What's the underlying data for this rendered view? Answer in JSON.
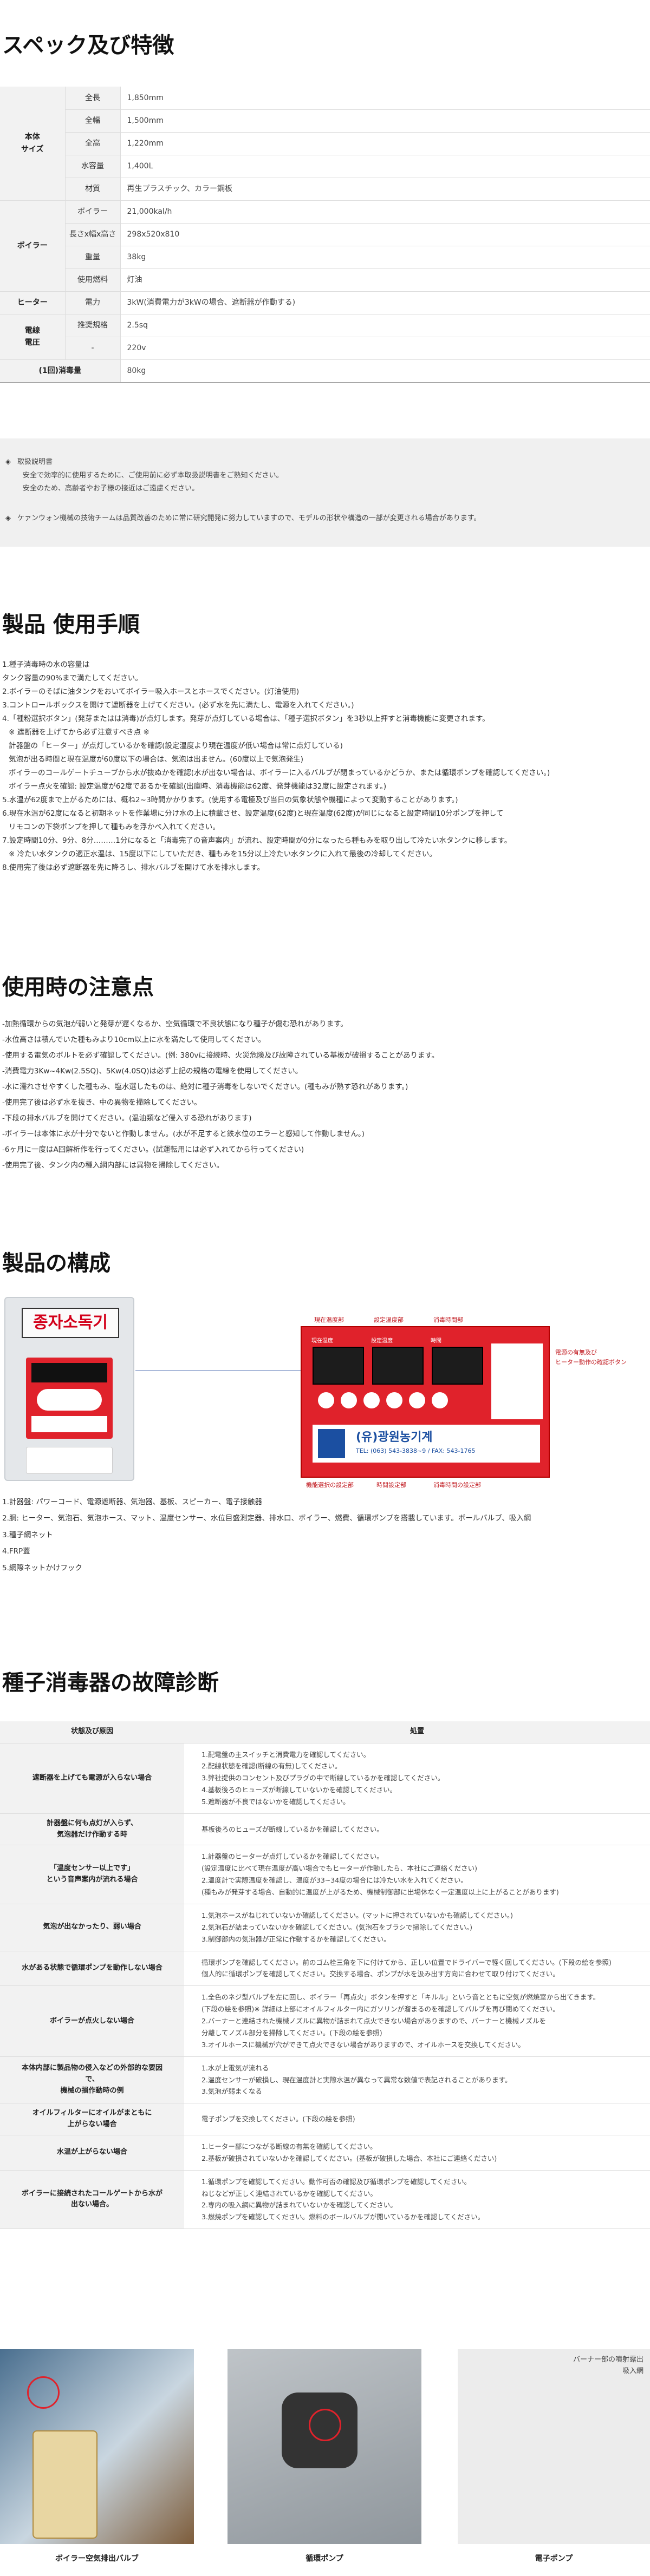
{
  "spec_section": {
    "title": "スペック及び特徴",
    "rows": [
      {
        "group": "本体\nサイズ",
        "key": "全長",
        "value": "1,850mm"
      },
      {
        "group": "",
        "key": "全幅",
        "value": "1,500mm"
      },
      {
        "group": "",
        "key": "全高",
        "value": "1,220mm"
      },
      {
        "group": "",
        "key": "水容量",
        "value": "1,400L"
      },
      {
        "group": "",
        "key": "材質",
        "value": "再生プラスチック、カラー鋼板"
      },
      {
        "group": "ボイラー",
        "key": "ボイラー",
        "value": "21,000kal/h"
      },
      {
        "group": "",
        "key": "長さx幅x高さ",
        "value": "298x520x810"
      },
      {
        "group": "",
        "key": "重量",
        "value": "38kg"
      },
      {
        "group": "",
        "key": "使用燃料",
        "value": "灯油"
      },
      {
        "group": "ヒーター",
        "key": "電力",
        "value": "3kW(消費電力が3kWの場合、遮断器が作動する)"
      },
      {
        "group": "電線\n電圧",
        "key": "推奨規格",
        "value": "2.5sq"
      },
      {
        "group": "",
        "key": "-",
        "value": "220v"
      },
      {
        "group": "(1回)消毒量",
        "key": "",
        "value": "80kg"
      }
    ],
    "notices": [
      {
        "mark": "◈",
        "lines": [
          "取扱説明書",
          "安全で効率的に使用するために、ご使用前に必ず本取扱説明書をご熟知ください。",
          "安全のため、高齢者やお子様の接近はご遠慮ください。"
        ]
      },
      {
        "mark": "◈",
        "lines": [
          "ケァンウォン機械の技術チームは品質改善のために常に研究開発に努力していますので、モデルの形状や構造の一部が変更される場合があります。"
        ]
      }
    ]
  },
  "usage_section": {
    "title": "製品 使用手順",
    "lines": [
      "1.種子消毒時の水の容量は",
      "タンク容量の90%まで満たしてください。",
      "2.ボイラーのそばに油タンクをおいてボイラー吸入ホースとホースでください。(灯油使用)",
      "3.コントロールボックスを開けて遮断器を上げてください。(必ず水を先に満たし、電源を入れてください。)",
      "4.「種粉選択ボタン」(発芽またはは消毒)が点灯します。発芽が点灯している場合は、「種子選択ボタン」を3秒以上押すと消毒機能に変更されます。",
      "※ 遮断器を上げてから必ず注意すべき点 ※",
      "計器盤の「ヒーター」が点灯しているかを確認(設定温度より現在温度が低い場合は常に点灯している)",
      "気泡が出る時間と現在温度が60度以下の場合は、気泡は出ません。(60度以上で気泡発生)",
      "ボイラーのコールゲートチューブから水が抜ぬかを確認(水が出ない場合は、ボイラーに入るバルブが閉まっているかどうか、または循環ポンプを確認してください。)",
      "ボイラー点火を確認: 設定温度が62度であるかを確認(出庫時、消毒機能は62度、発芽機能は32度に設定されます。)",
      "5.水温が62度まで上がるためには、概ね2~3時間かかります。(使用する電極及び当日の気象状態や機種によって変動することがあります。)",
      "6.現在水温が62度になると初期ネットを作業場に分け水の上に積載させ、設定温度(62度)と現在温度(62度)が同じになると設定時間10分ポンプを押して",
      "リモコンの下袋ポンプを押して種もみを浮かべ入れてください。",
      "7.設定時間10分、9分、8分………1分になると「消毒完了の音声案内」が流れ、設定時間が0分になったら種もみを取り出して冷たい水タンクに移します。",
      "※ 冷たい水タンクの適正水温は、15度以下にしていただき、種もみを15分以上冷たい水タンクに入れて最後の冷却してください。",
      "8.使用完了後は必ず遮断器を先に降ろし、排水バルブを開けて水を排水します。"
    ]
  },
  "caution_section": {
    "title": "使用時の注意点",
    "lines": [
      "-加熱循環からの気泡が弱いと発芽が遅くなるか、空気循環で不良状態になり種子が傷む恐れがあります。",
      "-水位高さは積んでいた種もみより10cm以上に水を満たして使用してください。",
      "-使用する電気のボルトを必ず確認してください。(例: 380vに接続時、火災危険及び故障されている基板が破損することがあります。",
      "-消費電力3Kw~4Kw(2.5SQ)、5Kw(4.0SQ)は必ず上記の規格の電線を使用してください。",
      "-水に濡れさせやすくした種もみ、塩水選したものは、絶対に種子消毒をしないでください。(種もみが熟す恐れがあります。)",
      "-使用完了後は必ず水を抜き、中の異物を掃除してください。",
      "-下段の排水バルブを開けてください。(温油類など侵入する恐れがあります)",
      "-ボイラーは本体に水が十分でないと作動しません。(水が不足すると鉄水位のエラーと感知して作動しません。)",
      "-6ヶ月に一度はA回解析作を行ってください。(試運転用には必ず入れてから行ってください)",
      "-使用完了後、タンク内の種入網内部には異物を掃除してください。"
    ]
  },
  "product_section": {
    "title": "製品の構成",
    "box_title": "종자소독기",
    "panel_labels_top": [
      "現在温度部",
      "設定温度部",
      "消毒時間部"
    ],
    "panel_label_right": "電源の有無及び\nヒーター動作の確認ボタン",
    "panel_labels_bottom": [
      "機能選択の設定部",
      "時間設定部",
      "消毒時間の設定部"
    ],
    "brand_label": "(유)광원농기계",
    "phone_label": "TEL: (063) 543-3838~9 / FAX: 543-1765",
    "displays": [
      "現在温度",
      "設定温度",
      "時間"
    ],
    "parts_lines": [
      "1.計器盤: パワーコード、電源遮断器、気泡器、基板、スピーカー、電子接触器",
      "2.胴: ヒーター、気泡石、気泡ホース、マット、温度センサー、水位目盛測定器、排水口、ボイラー、燃費、循環ポンプを搭載しています。ボールバルブ、吸入網",
      "3.種子網ネット",
      "4.FRP蓋",
      "5.網際ネットかけフック"
    ]
  },
  "diag_section": {
    "title": "種子消毒器の故障診断",
    "header_symptom": "状態及び原因",
    "header_action": "処置",
    "rows": [
      {
        "symptom": "遮断器を上げても電源が入らない場合",
        "actions": [
          "1.配電盤の主スイッチと消費電力を確認してください。",
          "2.配線状態を確認(断線の有無)してください。",
          "3.弊社提供のコンセント及びプラグの中で断線しているかを確認してください。",
          "4.基板後ろのヒューズが断線していないかを確認してください。",
          "5.遮断器が不良ではないかを確認してください。"
        ]
      },
      {
        "symptom": "計器盤に何も点灯が入らず、\n気泡器だけ作動する時",
        "actions": [
          "基板後ろのヒューズが断線しているかを確認してください。"
        ]
      },
      {
        "symptom": "「温度センサー以上です」\nという音声案内が流れる場合",
        "actions": [
          "1.計器盤のヒーターが点灯しているかを確認してください。",
          "(設定温度に比べて現在温度が高い場合でもヒーターが作動したら、本社にご連絡ください)",
          "2.温度計で実際温度を確認し、温度が33~34度の場合には冷たい水を入れてください。",
          "(種もみが発芽する場合、自動的に温度が上がるため、機械制御部に出場休なく一定温度以上に上がることがあります)"
        ]
      },
      {
        "symptom": "気泡が出なかったり、弱い場合",
        "actions": [
          "1.気泡ホースがねじれていないか確認してください。(マットに押されていないかも確認してください。)",
          "2.気泡石が詰まっていないかを確認してください。(気泡石をブラシで掃除してください。)",
          "3.制御部内の気泡器が正常に作動するかを確認してください。"
        ]
      },
      {
        "symptom": "水がある状態で循環ポンプを動作しない場合",
        "actions": [
          "循環ポンプを確認してください。前のゴム栓三角を下に付けてから、正しい位置でドライバーで軽く回してください。(下段の絵を参照)",
          "個人的に循環ポンプを確認してください。交換する場合、ポンプが水を汲み出す方向に合わせて取り付けてください。"
        ]
      },
      {
        "symptom": "ボイラーが点火しない場合",
        "actions": [
          "1.全色のネジ型バルブを左に回し、ボイラー「再点火」ボタンを押すと「キルル」という音とともに空気が燃焼室から出てきます。",
          "(下段の絵を参照)※ 詳細は上部にオイルフィルター内にガソリンが溜まるのを確認してバルブを再び閉めてください。",
          "2.バーナーと連結された機械ノズルに異物が詰まれて点火できない場合がありますので、バーナーと機械ノズルを",
          "分離してノズル部分を掃除してください。(下段の絵を参照)",
          "3.オイルホースに機械が穴ができて点火できない場合がありますので、オイルホースを交換してください。"
        ]
      },
      {
        "symptom": "本体内部に製品物の侵入などの外部的な要因で、\n機械の損作動時の例",
        "actions": [
          "1.水が上電気が流れる",
          "2.温度センサーが破損し、現在温度計と実際水温が異なって異常な数値で表記されることがあります。",
          "3.気泡が弱まくなる"
        ]
      },
      {
        "symptom": "オイルフィルターにオイルがまともに\n上がらない場合",
        "actions": [
          "電子ポンプを交換してください。(下段の絵を参照)"
        ]
      },
      {
        "symptom": "水温が上がらない場合",
        "actions": [
          "1.ヒーター部につながる断線の有無を確認してください。",
          "2.基板が破損されていないかを確認してください。(基板が破損した場合、本社にご連絡ください)"
        ]
      },
      {
        "symptom": "ボイラーに接続されたコールゲートから水が\n出ない場合。",
        "actions": [
          "1.循環ポンプを確認してください。動作可否の確認及び循環ポンプを確認してください。",
          "ねじなどが正しく連結されているかを確認してください。",
          "2.専内の吸入網に異物が詰まれていないかを確認してください。",
          "3.燃焼ポンプを確認してください。燃料のボールバルブが開いているかを確認してください。"
        ]
      }
    ]
  },
  "photo_captions": [
    "ボイラー空気排出バルブ",
    "循環ポンプ",
    "電子ポンプ"
  ],
  "photo_corner_label": "バーナー部の噴射露出\n吸入網",
  "colors": {
    "accent_red": "#e0222b",
    "table_header_bg": "#f2f2f2",
    "notice_bg": "#f0f0f0"
  }
}
